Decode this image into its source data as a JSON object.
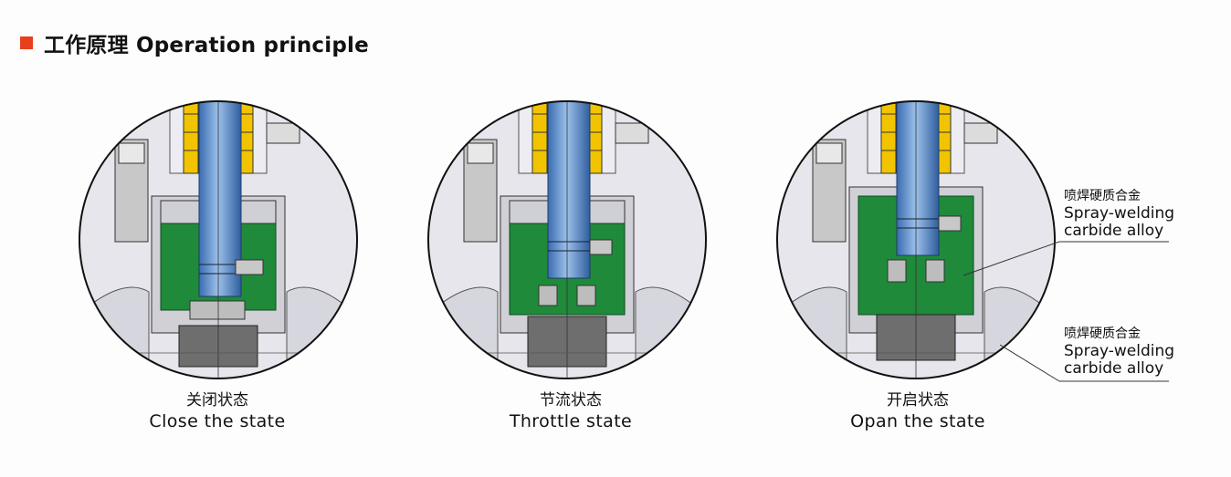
{
  "header": {
    "title": "工作原理 Operation principle",
    "accent_color": "#e8401c"
  },
  "diagrams": [
    {
      "state_cn": "关闭状态",
      "state_en": "Close the state"
    },
    {
      "state_cn": "节流状态",
      "state_en": "Throttle state"
    },
    {
      "state_cn": "开启状态",
      "state_en": "Opan the state"
    }
  ],
  "callouts": [
    {
      "cn": "喷焊硬质合金",
      "en1": "Spray-welding",
      "en2": "carbide alloy"
    },
    {
      "cn": "喷焊硬质合金",
      "en1": "Spray-welding",
      "en2": "carbide alloy"
    }
  ],
  "colors": {
    "stem_blue": "#4a7fc1",
    "cage_green": "#1f8a3a",
    "body_grey": "#e3e3e8",
    "seat_grey": "#6e6e6e",
    "packing_yellow": "#f2c400"
  }
}
